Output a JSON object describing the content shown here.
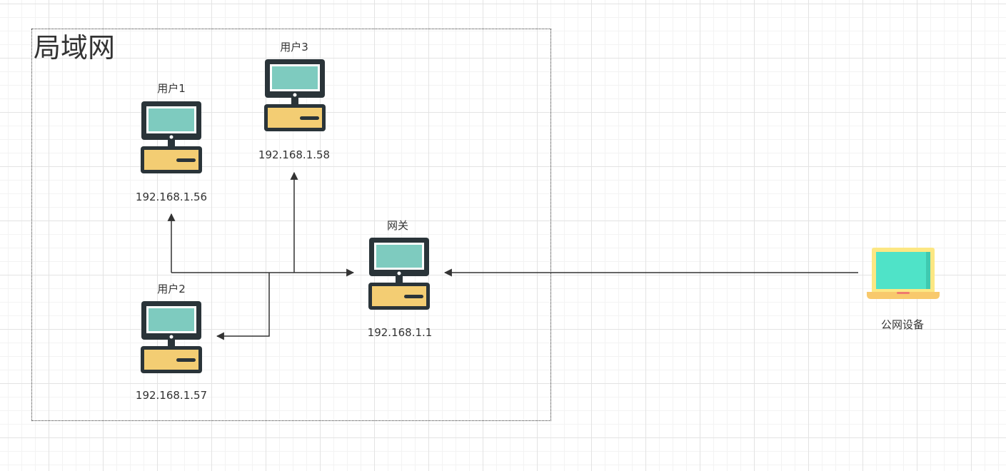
{
  "lan": {
    "title": "局域网"
  },
  "nodes": {
    "user1": {
      "name": "用户1",
      "ip": "192.168.1.56",
      "icon": "desktop-computer-icon"
    },
    "user2": {
      "name": "用户2",
      "ip": "192.168.1.57",
      "icon": "desktop-computer-icon"
    },
    "user3": {
      "name": "用户3",
      "ip": "192.168.1.58",
      "icon": "desktop-computer-icon"
    },
    "gateway": {
      "name": "网关",
      "ip": "192.168.1.1",
      "icon": "desktop-computer-icon"
    },
    "public": {
      "name": "公网设备",
      "icon": "laptop-icon"
    }
  },
  "colors": {
    "screen": "#7ecbbf",
    "case": "#f3cd73",
    "frame": "#2a3439",
    "laptop_screen": "#4fe3c8",
    "laptop_body": "#fce783",
    "laptop_base": "#f8c96c",
    "line": "#333333"
  }
}
